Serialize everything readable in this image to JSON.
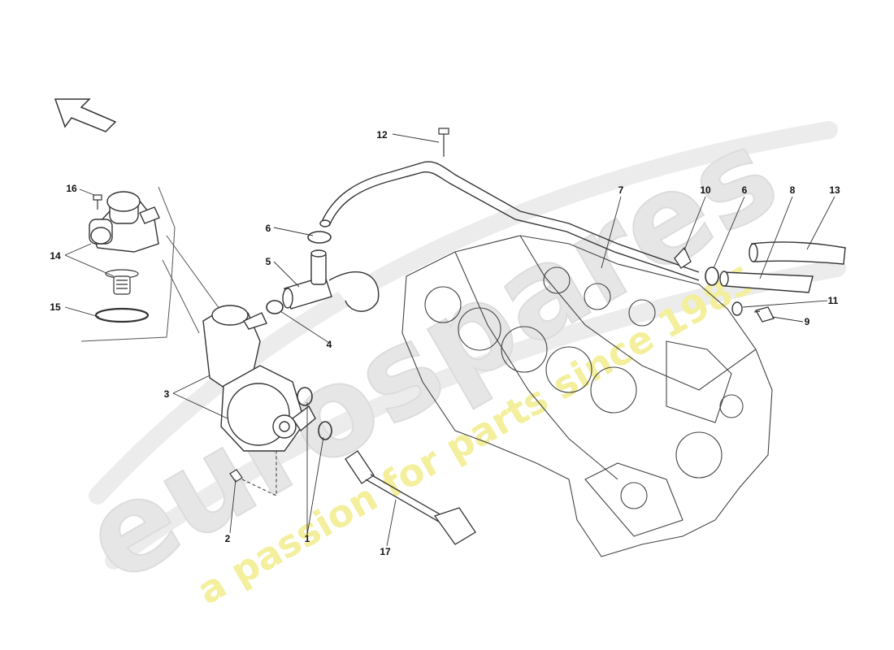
{
  "watermark": {
    "brand": "eurospares",
    "tagline": "a passion for parts since 1985",
    "tagline_color": "#f3ef9c",
    "brand_color": "#e6e6e6"
  },
  "callouts": {
    "c1": "1",
    "c2": "2",
    "c3": "3",
    "c4": "4",
    "c5": "5",
    "c6a": "6",
    "c6b": "6",
    "c7": "7",
    "c8": "8",
    "c9": "9",
    "c10": "10",
    "c11": "11",
    "c12": "12",
    "c13": "13",
    "c14": "14",
    "c15": "15",
    "c16": "16",
    "c17": "17"
  },
  "icons": {
    "direction_arrow": "direction-arrow-icon"
  }
}
